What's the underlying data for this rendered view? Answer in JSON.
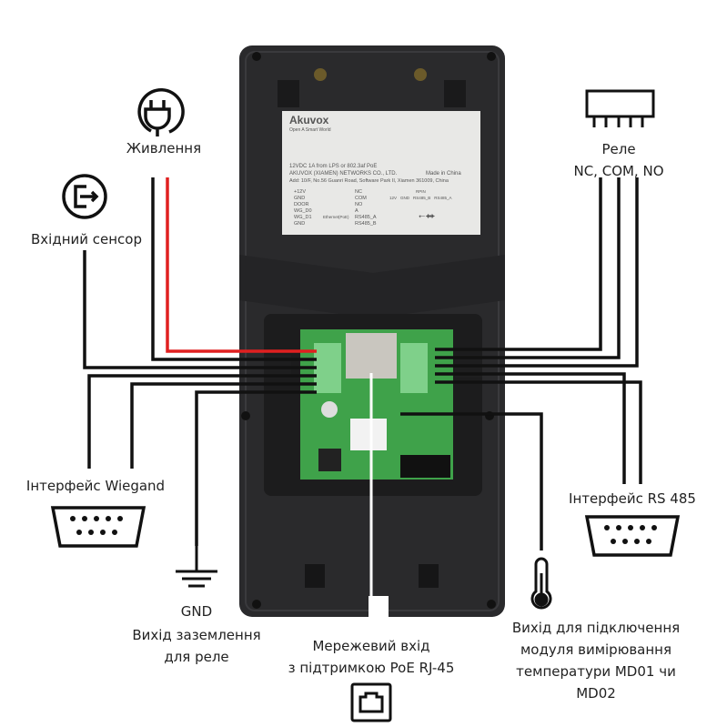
{
  "labels": {
    "power": "Живлення",
    "entry_sensor": "Вхідний сенсор",
    "relay_title": "Реле",
    "relay_contacts": "NC, COM, NO",
    "wiegand": "Інтерфейс Wiegand",
    "rs485": "Інтерфейс RS 485",
    "gnd": "GND",
    "gnd_desc_1": "Вихід заземлення",
    "gnd_desc_2": "для реле",
    "network_1": "Мережевий вхід",
    "network_2": "з підтримкою PoE RJ-45",
    "temp_1": "Вихід для підключення",
    "temp_2": "модуля вимірювання",
    "temp_3": "температури MD01 чи",
    "temp_4": "MD02"
  },
  "sticker": {
    "brand": "Akuvox",
    "tagline": "Open A Smart World",
    "power_spec": "12VDC 1A from LPS or 802.3af PoE",
    "company": "AKUVOX (XIAMEN) NETWORKS CO., LTD.",
    "made_in": "Made in China",
    "address": "Add: 10/F, No.56 Guanri Road, Software Park II, Xiamen 361009, China",
    "left_pins": [
      "+12V",
      "GND",
      "DOOR",
      "WG_D0",
      "WG_D1",
      "GND"
    ],
    "ethernet_label": "Ethernet(PoE)",
    "mid_pins": [
      "NC",
      "COM",
      "NO",
      "A",
      "RS485_A",
      "RS485_B"
    ],
    "rpin_title": "RPIN",
    "right_pins": [
      "12V",
      "GND",
      "RS485_B",
      "RS485_A"
    ]
  },
  "colors": {
    "power_wire": "#e02020",
    "wire": "#111111",
    "network_wire": "#ffffff",
    "device": "#2a2a2c",
    "pcb": "#3fa24a"
  },
  "icons": [
    "power-plug-icon",
    "exit-door-icon",
    "relay-icon",
    "db9-connector-icon",
    "ground-icon",
    "thermometer-icon",
    "rj45-port-icon"
  ]
}
